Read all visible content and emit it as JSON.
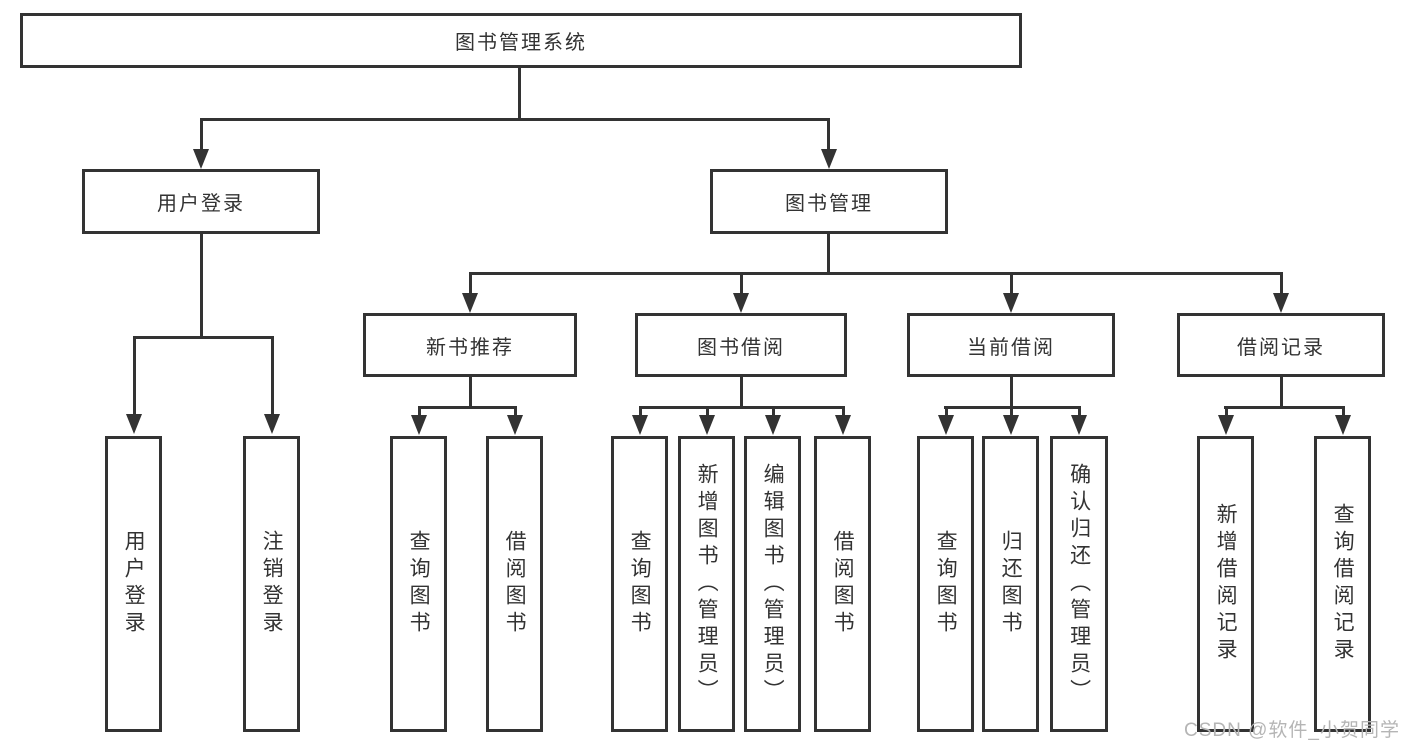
{
  "colors": {
    "line": "#333333",
    "text": "#333333",
    "background": "#ffffff",
    "watermark": "#b5b5b5"
  },
  "watermark": {
    "text": "CSDN @软件_小贺同学"
  },
  "tree": {
    "label": "图书管理系统",
    "children": [
      {
        "label": "用户登录",
        "children": [
          {
            "label": "用户登录"
          },
          {
            "label": "注销登录"
          }
        ]
      },
      {
        "label": "图书管理",
        "children": [
          {
            "label": "新书推荐",
            "children": [
              {
                "label": "查询图书"
              },
              {
                "label": "借阅图书"
              }
            ]
          },
          {
            "label": "图书借阅",
            "children": [
              {
                "label": "查询图书"
              },
              {
                "label": "新增图书（管理员）"
              },
              {
                "label": "编辑图书（管理员）"
              },
              {
                "label": "借阅图书"
              }
            ]
          },
          {
            "label": "当前借阅",
            "children": [
              {
                "label": "查询图书"
              },
              {
                "label": "归还图书"
              },
              {
                "label": "确认归还（管理员）"
              }
            ]
          },
          {
            "label": "借阅记录",
            "children": [
              {
                "label": "新增借阅记录"
              },
              {
                "label": "查询借阅记录"
              }
            ]
          }
        ]
      }
    ]
  }
}
